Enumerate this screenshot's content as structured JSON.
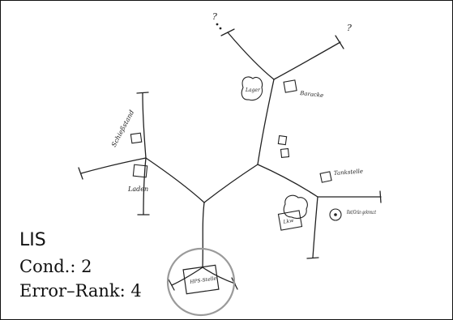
{
  "diagram": {
    "labels": {
      "top_left_unknown": "?",
      "top_right_unknown": "?",
      "left_branch_note": "Schießstand",
      "left_box_note": "Laden",
      "upper_blob_note": "Lager",
      "upper_box_note": "Baracke",
      "right_box_note": "Tankstelle",
      "right_blob_note": "Lkw",
      "right_circle_note": "Rot/Grün gekreuzt",
      "bottom_circle_box": "HPS-Stelle"
    }
  },
  "caption": {
    "title": "LIS",
    "condition_label": "Cond.:",
    "condition_value": "2",
    "error_rank_label": "Error–Rank:",
    "error_rank_value": "4"
  }
}
